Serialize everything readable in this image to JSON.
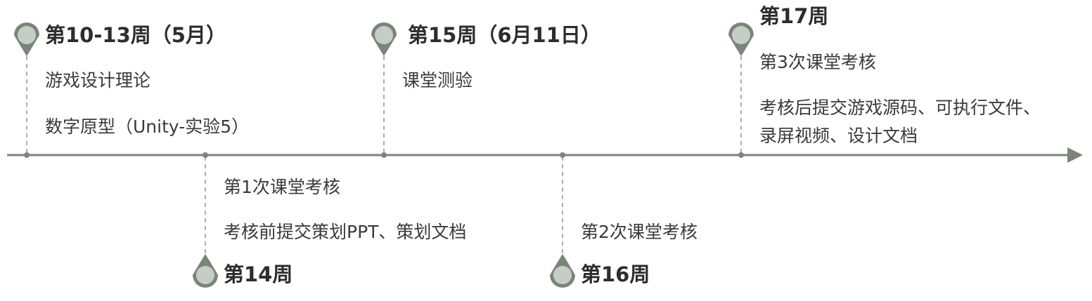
{
  "timeline": {
    "colors": {
      "axis": "#7b8577",
      "pin_fill": "#c4cdc6",
      "pin_stroke": "#7b8577",
      "connector": "#8e978a",
      "text": "#333333"
    },
    "milestones": [
      {
        "id": "m1",
        "title": "第10-13周（5月）",
        "notes": [
          "游戏设计理论",
          "数字原型（Unity-实验5）"
        ]
      },
      {
        "id": "m2",
        "title": "第14周",
        "notes": [
          "第1次课堂考核",
          "考核前提交策划PPT、策划文档"
        ]
      },
      {
        "id": "m3",
        "title": "第15周（6月11日）",
        "notes": [
          "课堂测验"
        ]
      },
      {
        "id": "m4",
        "title": "第16周",
        "notes": [
          "第2次课堂考核"
        ]
      },
      {
        "id": "m5",
        "title": "第17周",
        "notes": [
          "第3次课堂考核",
          "考核后提交游戏源码、可执行文件、录屏视频、设计文档"
        ]
      }
    ]
  }
}
